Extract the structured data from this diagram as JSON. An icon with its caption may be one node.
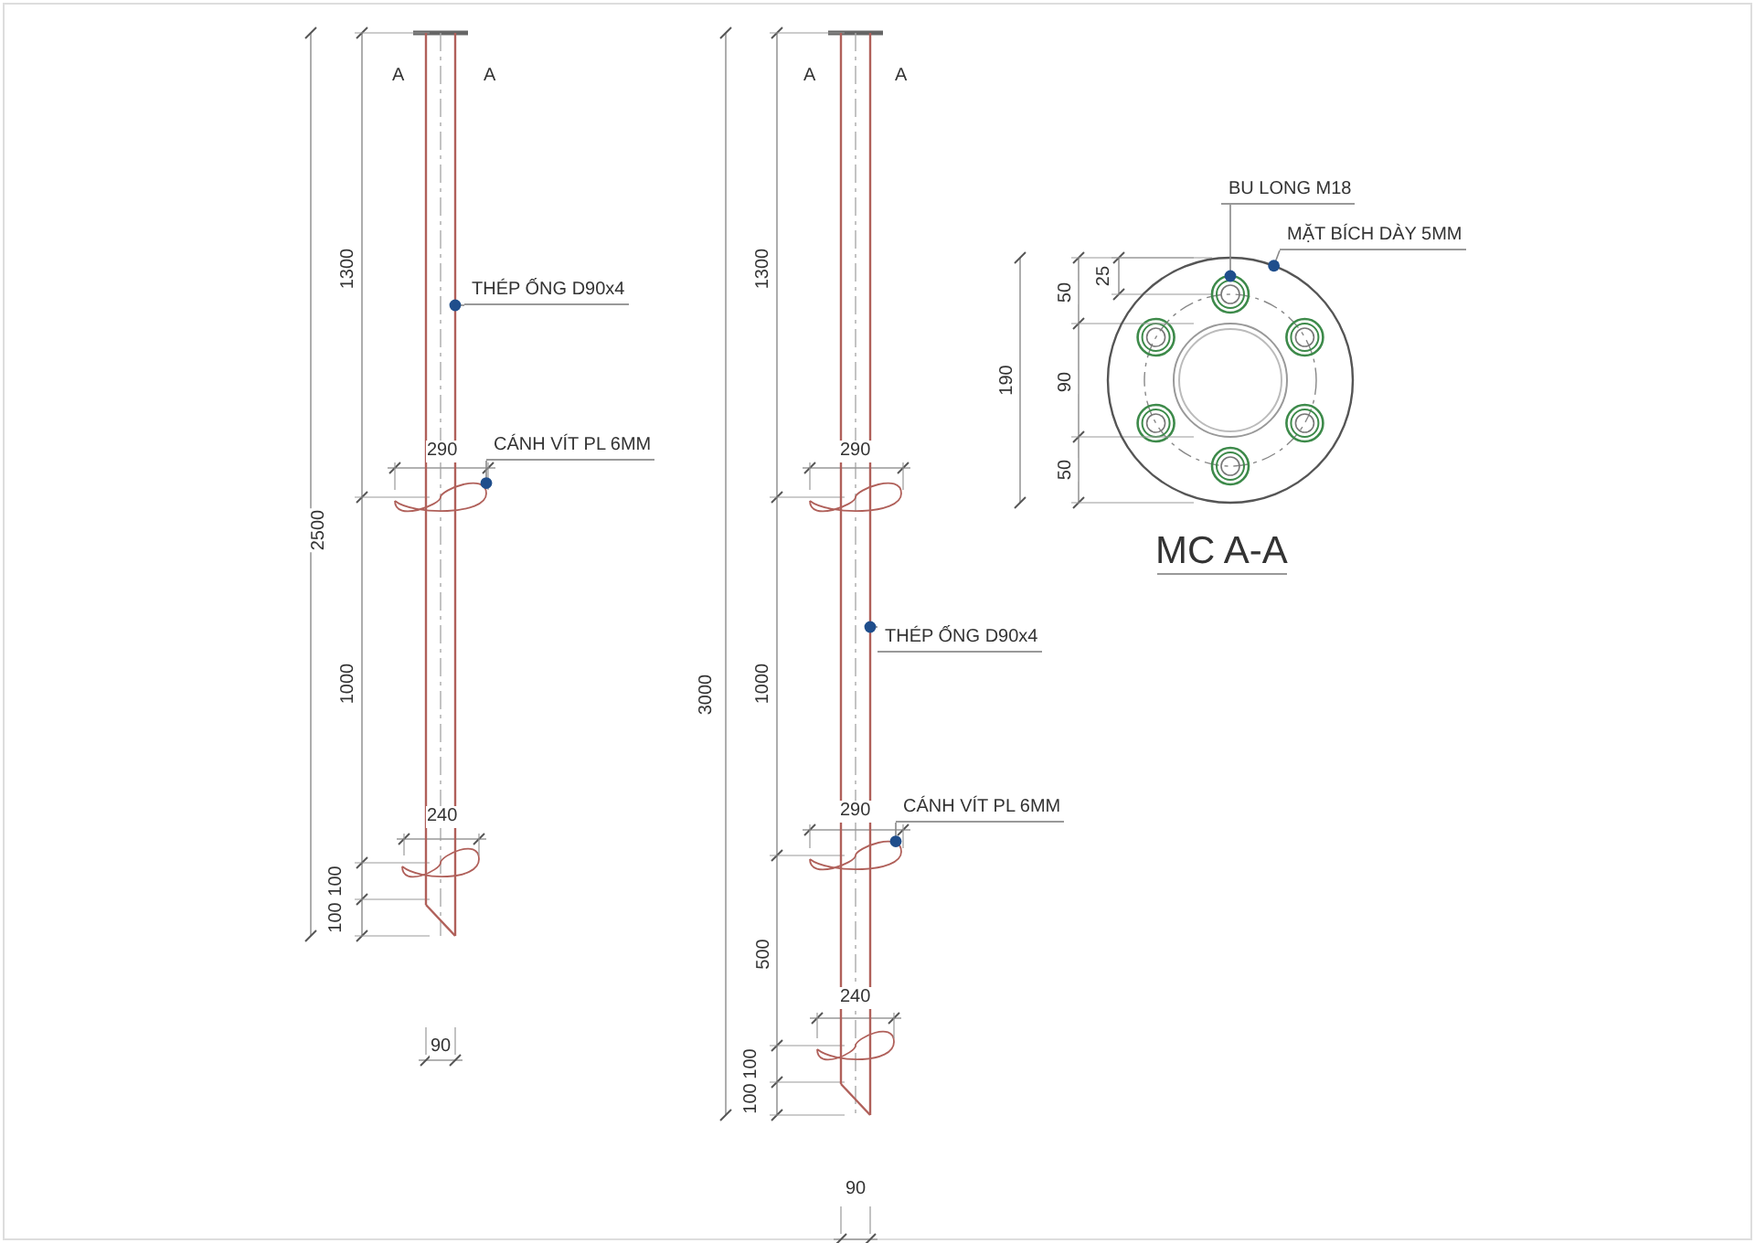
{
  "diagram": {
    "nodes": [
      {
        "text": [
          "THÉP ỐNG D90x4"
        ]
      },
      {
        "text": [
          "CÁNH VÍT PL 6MM"
        ]
      },
      {
        "text": [
          "THÉP ỐNG D90x4"
        ]
      },
      {
        "text": [
          "CÁNH VÍT PL 6MM"
        ]
      },
      {
        "text": [
          "BU LONG M18"
        ]
      },
      {
        "text": [
          "MẶT BÍCH DÀY 5MM"
        ]
      },
      {
        "text": [],
        "shape": "bar"
      },
      {
        "text": [],
        "shape": "spiral"
      },
      {
        "text": [],
        "shape": "bar"
      },
      {
        "text": [],
        "shape": "spiral"
      },
      {
        "text": [],
        "shape": "circle"
      },
      {
        "text": [],
        "shape": "circle",
        "in": 10
      }
    ],
    "edges": [
      {
        "from": 0,
        "to": 6,
        "arrow": "other"
      },
      {
        "from": 1,
        "to": 7,
        "arrow": "other"
      },
      {
        "from": 2,
        "to": 8,
        "arrow": "other"
      },
      {
        "from": 3,
        "to": 9,
        "arrow": "other"
      },
      {
        "from": 4,
        "to": 11,
        "arrow": "other"
      },
      {
        "from": 5,
        "to": 10,
        "arrow": "other"
      }
    ],
    "labels": [
      "A",
      "A",
      "1300",
      "2500",
      "290",
      "1000",
      "240",
      "100",
      "100",
      "90",
      "A",
      "A",
      "1300",
      "3000",
      "290",
      "1000",
      "290",
      "500",
      "240",
      "100",
      "100",
      "90",
      "190",
      "50",
      "90",
      "50",
      "25",
      "MC A-A"
    ]
  }
}
